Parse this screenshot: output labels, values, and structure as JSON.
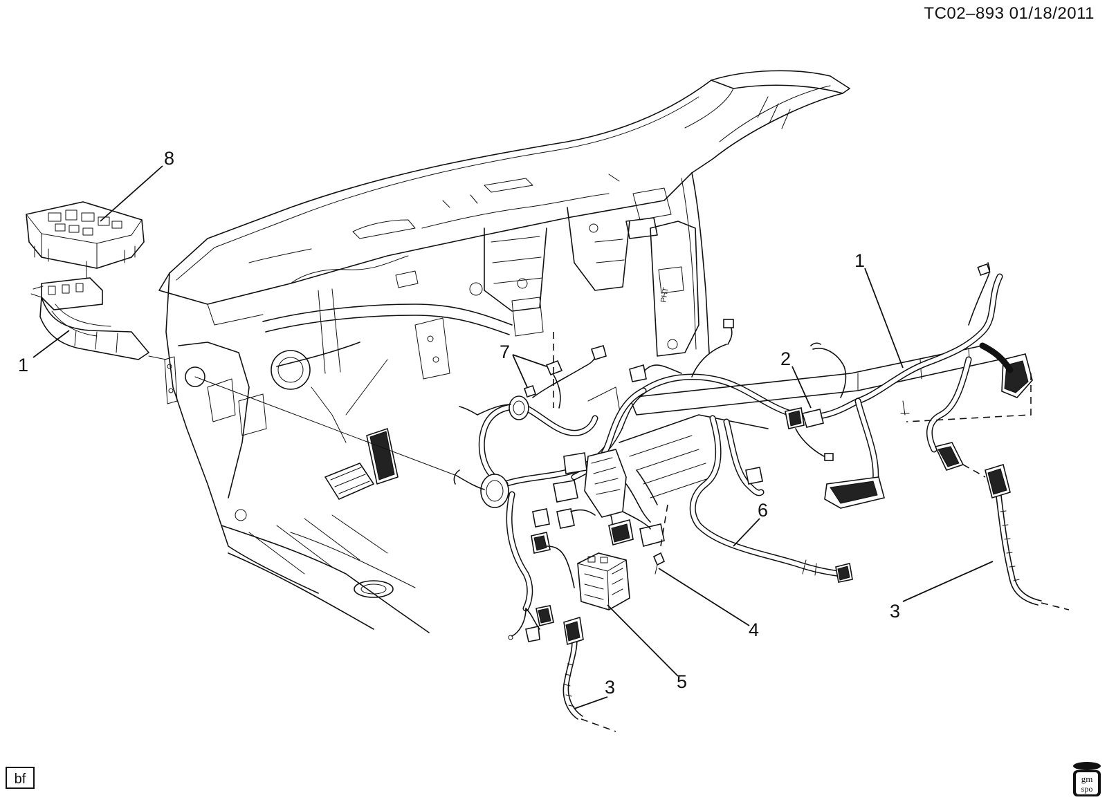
{
  "header": {
    "ref_code": "TC02–893  01/18/2011"
  },
  "callouts": [
    {
      "id": "c8",
      "label": "8"
    },
    {
      "id": "c1a",
      "label": "1"
    },
    {
      "id": "c1b",
      "label": "1"
    },
    {
      "id": "c2",
      "label": "2"
    },
    {
      "id": "c7",
      "label": "7"
    },
    {
      "id": "c6",
      "label": "6"
    },
    {
      "id": "c4",
      "label": "4"
    },
    {
      "id": "c5",
      "label": "5"
    },
    {
      "id": "c3a",
      "label": "3"
    },
    {
      "id": "c3b",
      "label": "3"
    }
  ],
  "panel_stamp": "PHT",
  "corner_tag": "bf",
  "logo": {
    "line1": "gm",
    "line2": "spo"
  },
  "colors": {
    "ink": "#111111",
    "paper": "#ffffff"
  }
}
